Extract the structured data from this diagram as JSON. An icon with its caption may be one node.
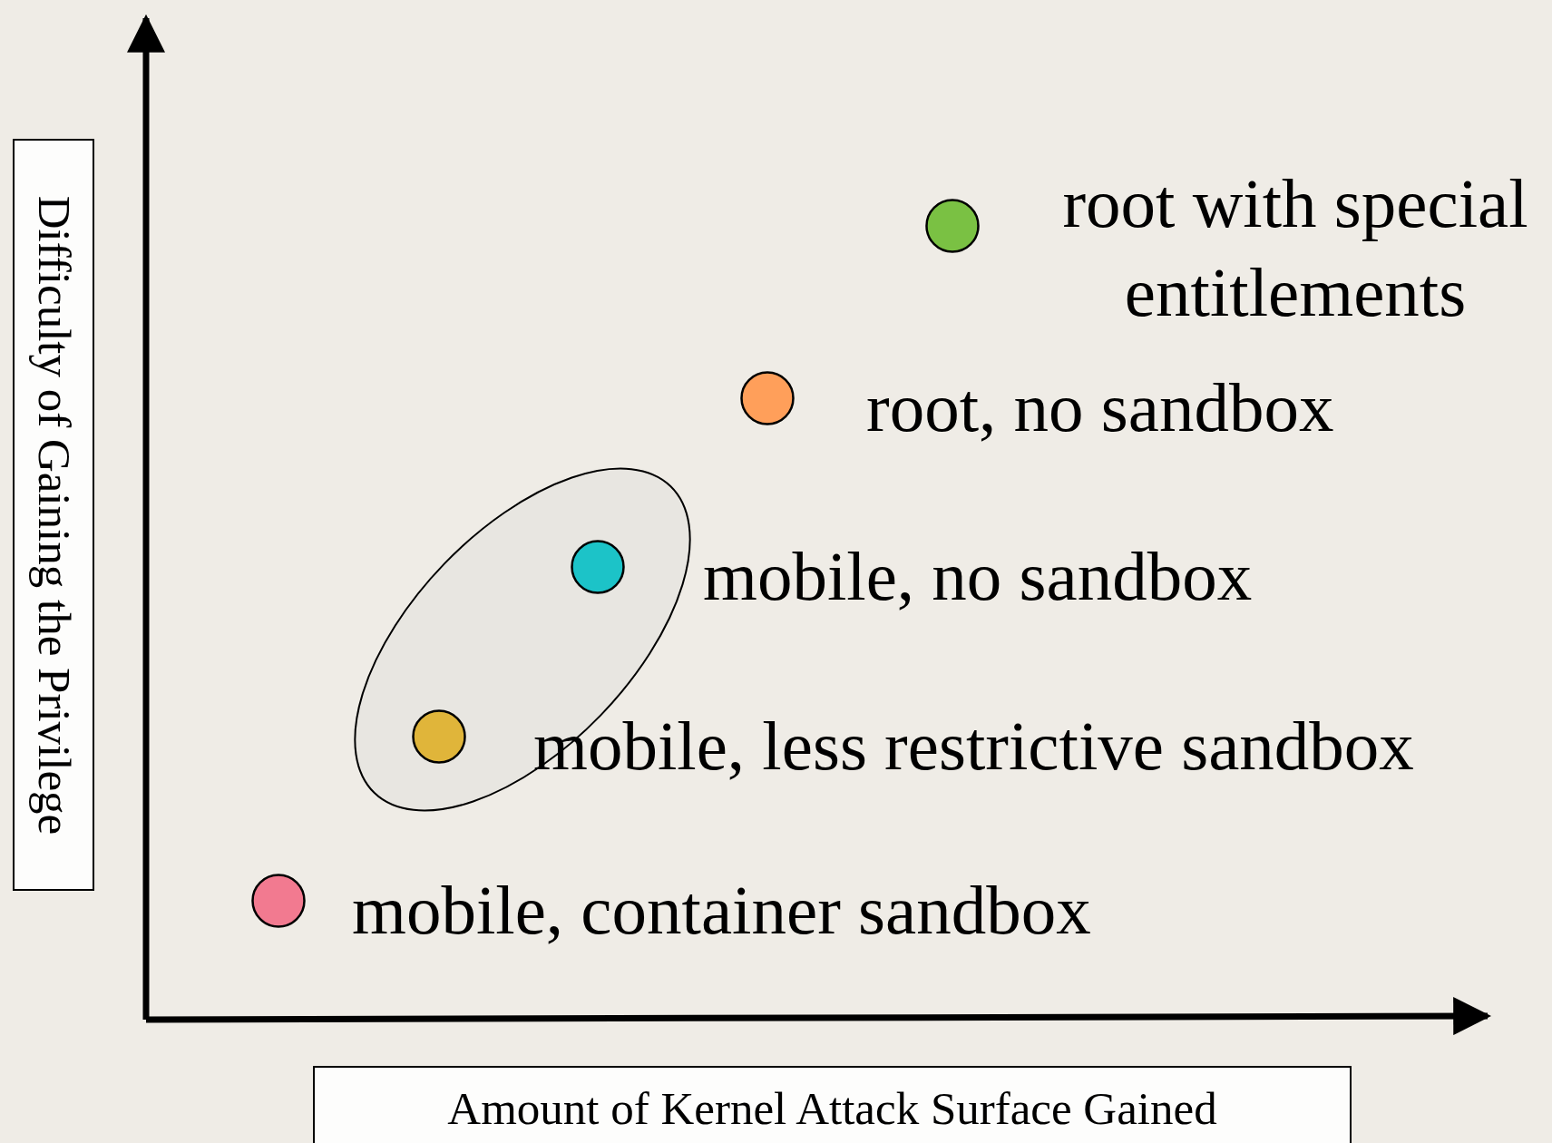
{
  "diagram": {
    "nodes": [
      {
        "text": [],
        "shape": "circle",
        "beside": [
          "root with special entitlements"
        ]
      },
      {
        "text": [],
        "shape": "circle",
        "beside": [
          "root, no sandbox"
        ]
      },
      {
        "text": [],
        "shape": "ellipse"
      },
      {
        "text": [],
        "shape": "circle",
        "in": 2,
        "beside": [
          "mobile, no sandbox"
        ]
      },
      {
        "text": [],
        "shape": "circle",
        "in": 2,
        "beside": [
          "mobile, less restrictive sandbox"
        ]
      },
      {
        "text": [],
        "shape": "circle",
        "beside": [
          "mobile, container sandbox"
        ]
      },
      {
        "text": [
          "Difficulty of Gaining the Privilege"
        ]
      },
      {
        "text": [
          "Amount of Kernel Attack Surface Gained"
        ]
      }
    ],
    "edges": []
  }
}
